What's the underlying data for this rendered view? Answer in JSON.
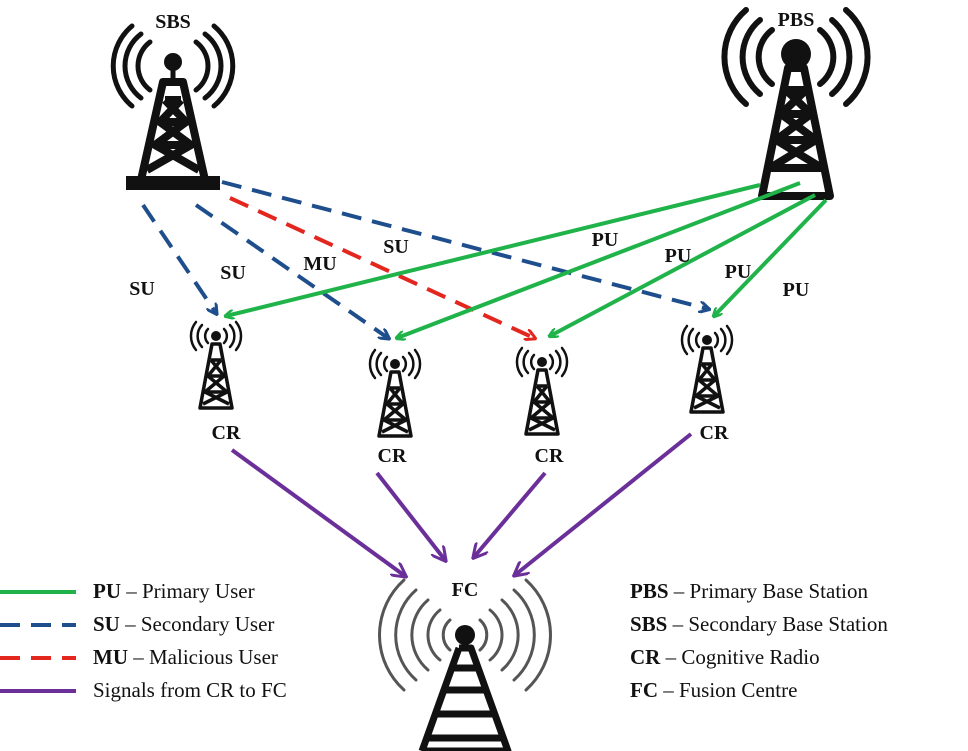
{
  "nodes": {
    "sbs_label": "SBS",
    "pbs_label": "PBS",
    "cr_label": "CR",
    "fc_label": "FC"
  },
  "edge_labels": {
    "su": "SU",
    "mu": "MU",
    "pu": "PU"
  },
  "colors": {
    "primary_user": "#1fb34a",
    "secondary_user": "#1f4e8c",
    "malicious_user": "#e3261e",
    "cr_to_fc": "#6b2f9a"
  },
  "legend_left": [
    {
      "key": "PU",
      "text": "Primary User"
    },
    {
      "key": "SU",
      "text": "Secondary User"
    },
    {
      "key": "MU",
      "text": "Malicious User"
    },
    {
      "key": "",
      "text": "Signals from CR to FC"
    }
  ],
  "legend_right": [
    {
      "key": "PBS",
      "text": "Primary Base Station"
    },
    {
      "key": "SBS",
      "text": "Secondary Base Station"
    },
    {
      "key": "CR",
      "text": "Cognitive Radio"
    },
    {
      "key": "FC",
      "text": "Fusion Centre"
    }
  ],
  "separator": "–"
}
